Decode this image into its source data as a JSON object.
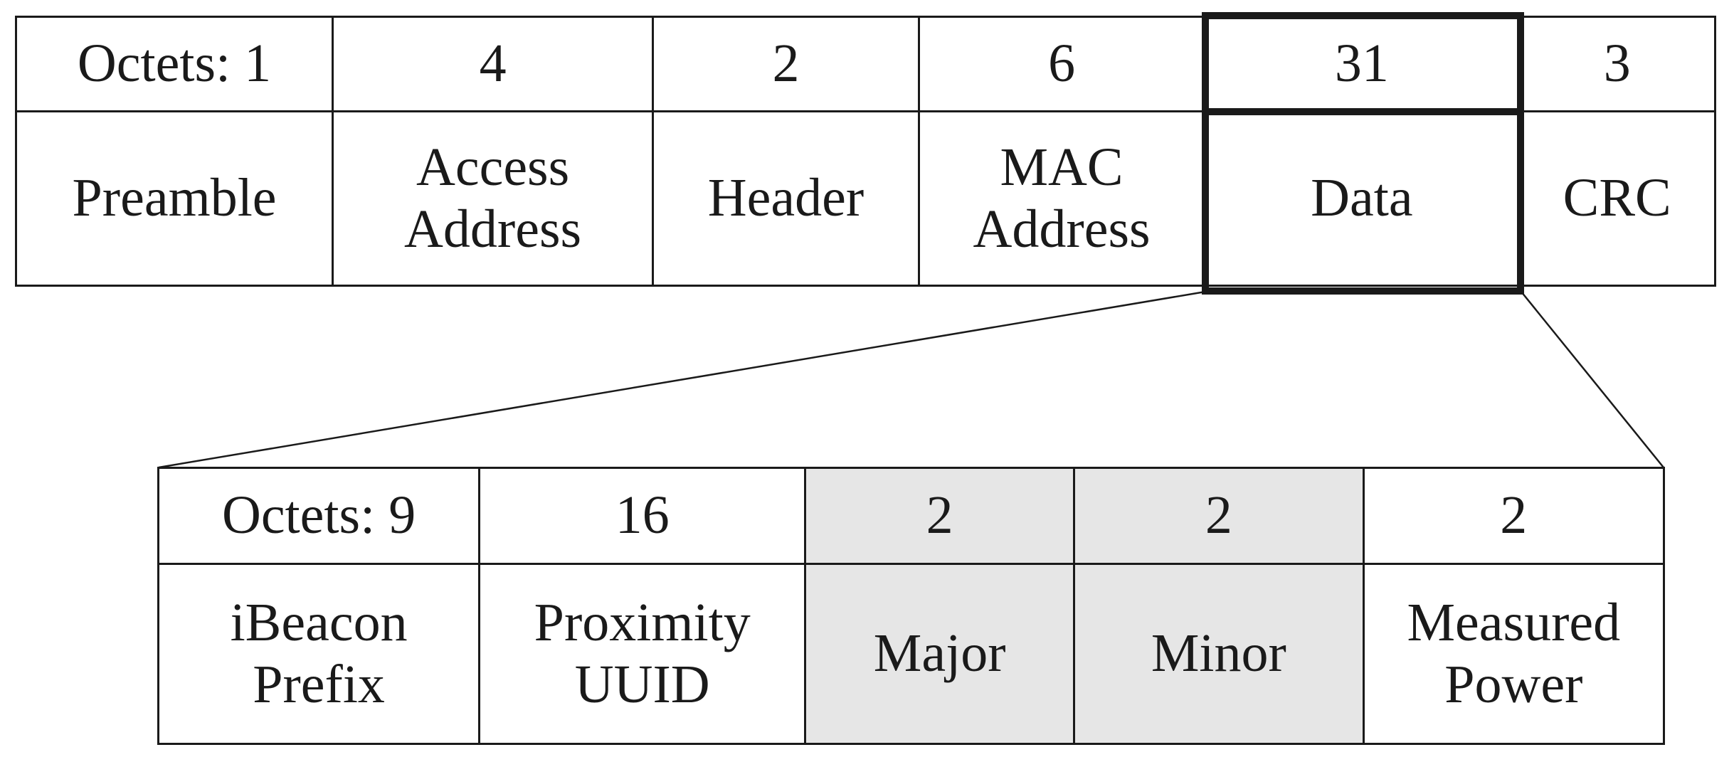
{
  "diagram": {
    "title_semantic": "iBeacon BLE advertising packet structure",
    "colors": {
      "line": "#1a1a1a",
      "shaded_cell": "#e6e6e6",
      "background": "#ffffff"
    },
    "packet_table": {
      "columns": [
        {
          "octets": "Octets: 1",
          "label": "Preamble"
        },
        {
          "octets": "4",
          "label": "Access\nAddress"
        },
        {
          "octets": "2",
          "label": "Header"
        },
        {
          "octets": "6",
          "label": "MAC\nAddress"
        },
        {
          "octets": "31",
          "label": "Data",
          "highlighted": true
        },
        {
          "octets": "3",
          "label": "CRC"
        }
      ]
    },
    "payload_table": {
      "columns": [
        {
          "octets": "Octets: 9",
          "label": "iBeacon\nPrefix"
        },
        {
          "octets": "16",
          "label": "Proximity\nUUID"
        },
        {
          "octets": "2",
          "label": "Major",
          "shaded": true
        },
        {
          "octets": "2",
          "label": "Minor",
          "shaded": true
        },
        {
          "octets": "2",
          "label": "Measured\nPower"
        }
      ]
    }
  }
}
